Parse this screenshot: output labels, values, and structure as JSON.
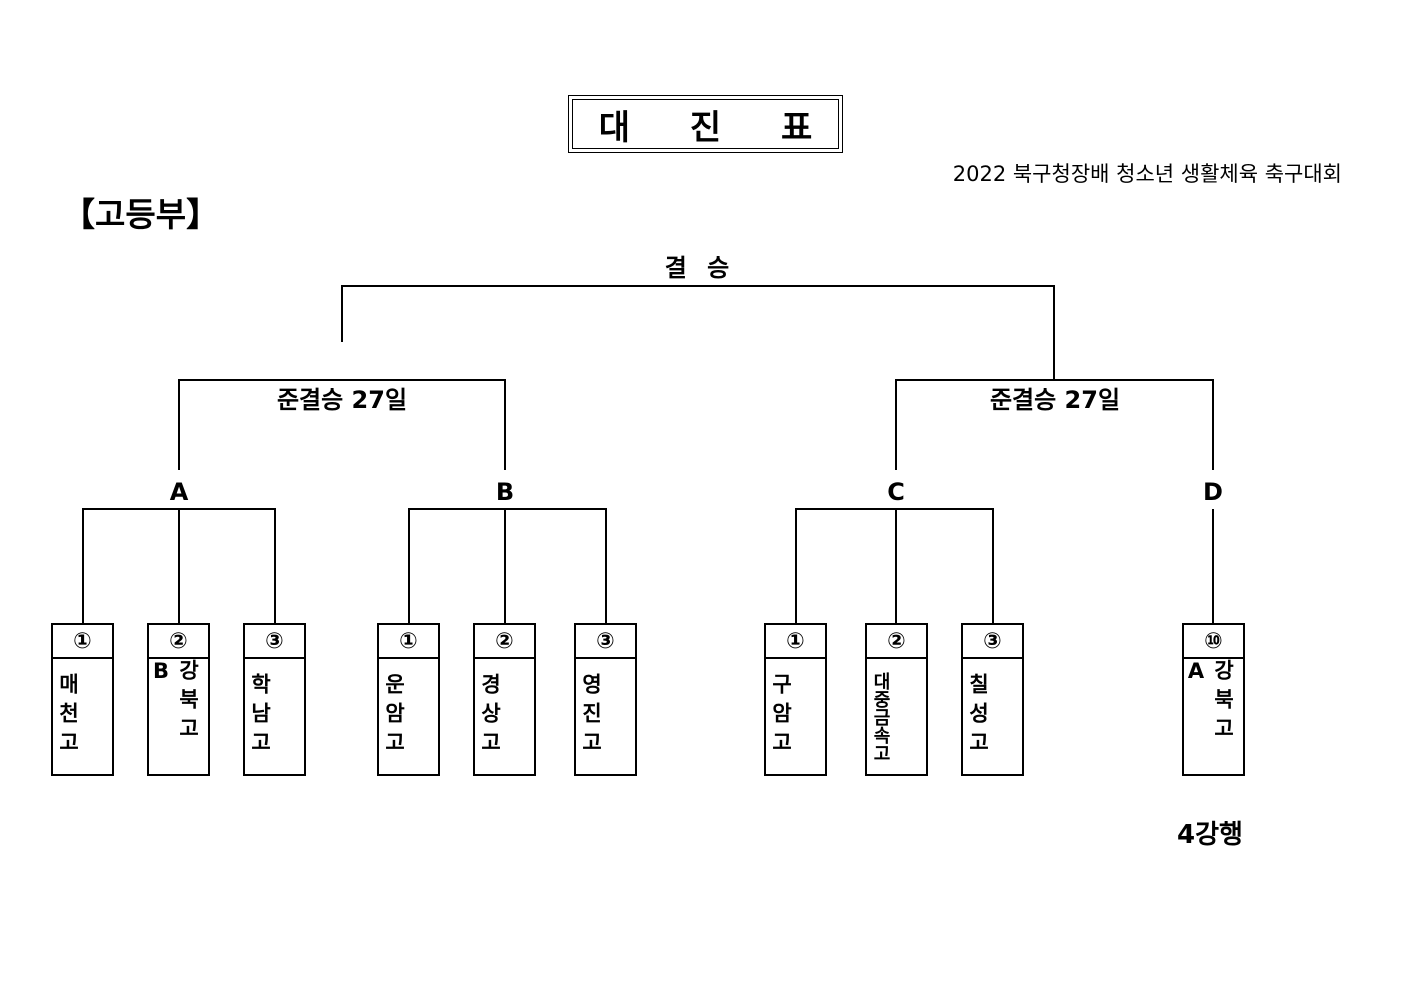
{
  "header": {
    "title": "대 진 표",
    "subtitle": "2022 북구청장배 청소년 생활체육 축구대회",
    "division": "【고등부】"
  },
  "bracket": {
    "final_label": "결 승",
    "semifinals": [
      {
        "label": "준결승 27일"
      },
      {
        "label": "준결승 27일"
      }
    ],
    "groups": [
      {
        "name": "A",
        "teams": [
          {
            "seed": "①",
            "name": "매천고"
          },
          {
            "seed": "②",
            "name": "강북고B"
          },
          {
            "seed": "③",
            "name": "학남고"
          }
        ]
      },
      {
        "name": "B",
        "teams": [
          {
            "seed": "①",
            "name": "운암고"
          },
          {
            "seed": "②",
            "name": "경상고"
          },
          {
            "seed": "③",
            "name": "영진고"
          }
        ]
      },
      {
        "name": "C",
        "teams": [
          {
            "seed": "①",
            "name": "구암고"
          },
          {
            "seed": "②",
            "name": "대중금속고"
          },
          {
            "seed": "③",
            "name": "칠성고"
          }
        ]
      },
      {
        "name": "D",
        "teams": [
          {
            "seed": "⑩",
            "name": "강북고A"
          }
        ]
      }
    ],
    "note": "4강행"
  }
}
